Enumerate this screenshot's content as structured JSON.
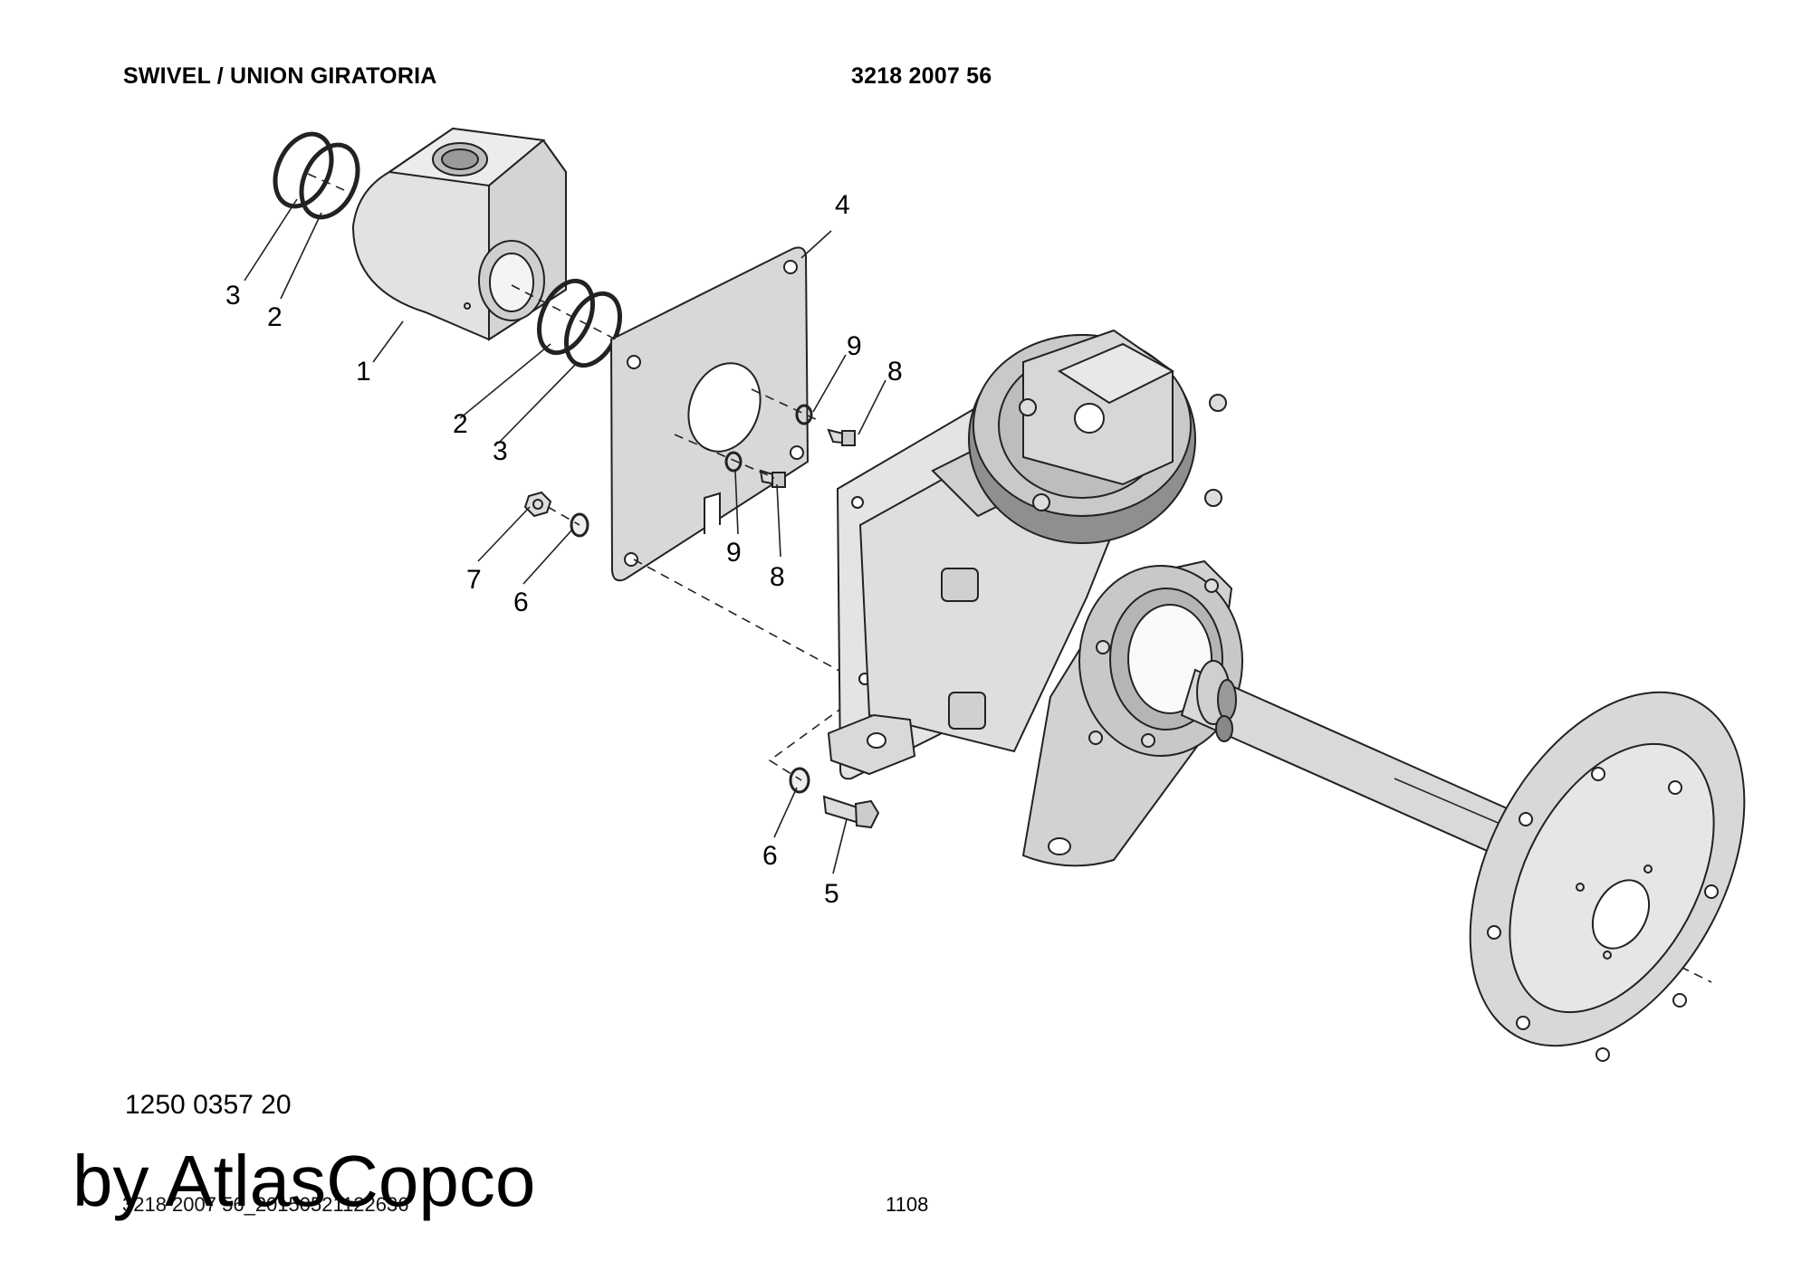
{
  "header": {
    "title": "SWIVEL / UNION GIRATORIA",
    "doc_number": "3218 2007 56"
  },
  "callouts": {
    "c1": "1",
    "c2a": "2",
    "c2b": "2",
    "c3a": "3",
    "c3b": "3",
    "c4": "4",
    "c5": "5",
    "c6a": "6",
    "c6b": "6",
    "c7": "7",
    "c8a": "8",
    "c8b": "8",
    "c9a": "9",
    "c9b": "9"
  },
  "footer": {
    "part_number": "1250 0357 20",
    "file_ref": "3218 2007 56_20150521122636",
    "page_number": "1108",
    "watermark": "by AtlasCopco"
  }
}
